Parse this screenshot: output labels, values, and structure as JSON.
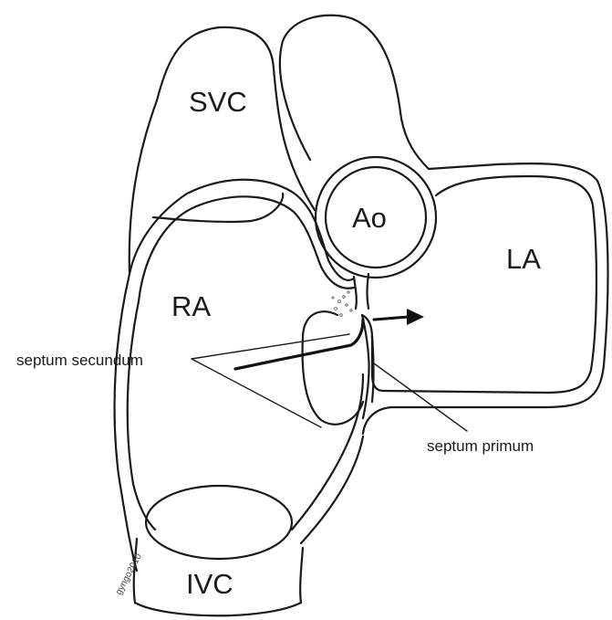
{
  "labels": {
    "svc": "SVC",
    "ao": "Ao",
    "la": "LA",
    "ra": "RA",
    "ivc": "IVC",
    "septum_secundum": "septum secundum",
    "septum_primum": "septum primum"
  },
  "signature": "gyngo2010",
  "colors": {
    "stroke": "#1a1a1a",
    "background": "#ffffff"
  }
}
